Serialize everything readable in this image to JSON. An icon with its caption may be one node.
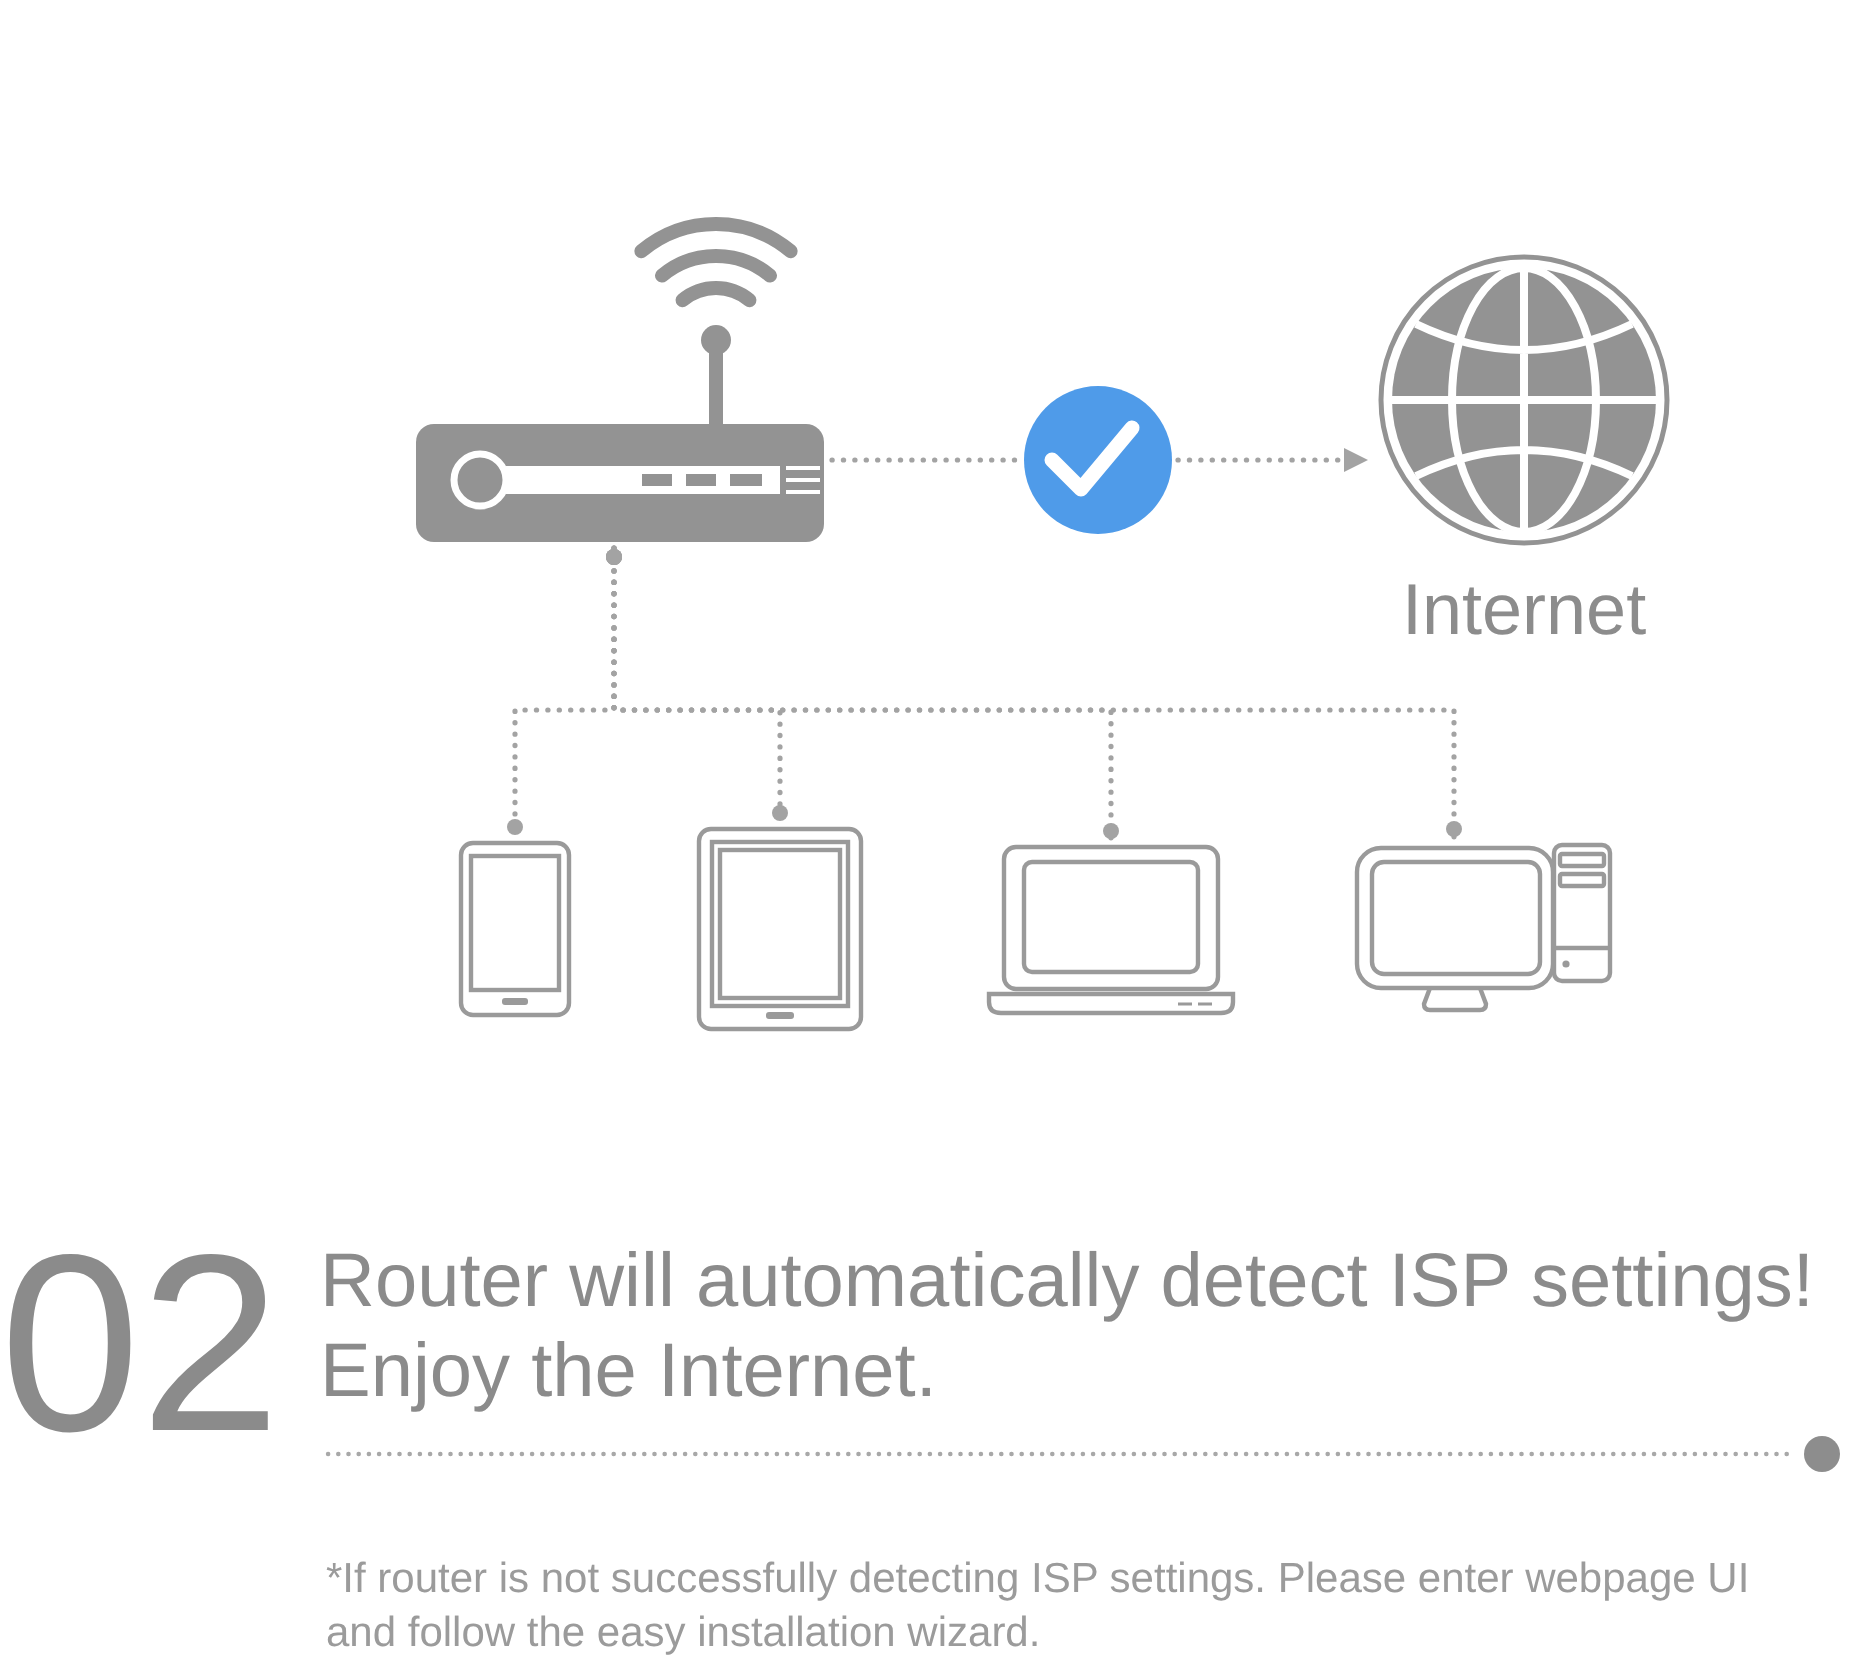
{
  "diagram": {
    "nodes": [
      {
        "text": [],
        "shape": "picture"
      },
      {
        "text": [],
        "shape": "circle"
      },
      {
        "text": [
          "Internet"
        ]
      },
      {
        "text": [],
        "shape": "picture"
      },
      {
        "text": [],
        "shape": "picture"
      },
      {
        "text": [],
        "shape": "picture"
      },
      {
        "text": [],
        "shape": "picture"
      }
    ],
    "edges": [
      {
        "from": 0,
        "to": 1,
        "arrow": "none",
        "style": "dashed"
      },
      {
        "from": 1,
        "to": 2,
        "arrow": "to",
        "style": "dashed"
      },
      {
        "from": 0,
        "to": 3,
        "arrow": "other",
        "style": "dashed"
      },
      {
        "from": 0,
        "to": 4,
        "arrow": "other",
        "style": "dashed"
      },
      {
        "from": 0,
        "to": 5,
        "arrow": "other",
        "style": "dashed"
      },
      {
        "from": 0,
        "to": 6,
        "arrow": "other",
        "style": "dashed"
      }
    ],
    "labels": [
      "02",
      "Router will automatically detect ISP settings!",
      "Enjoy the Internet.",
      "*If router is not successfully detecting ISP settings. Please enter webpage UI and follow the easy installation wizard."
    ]
  }
}
